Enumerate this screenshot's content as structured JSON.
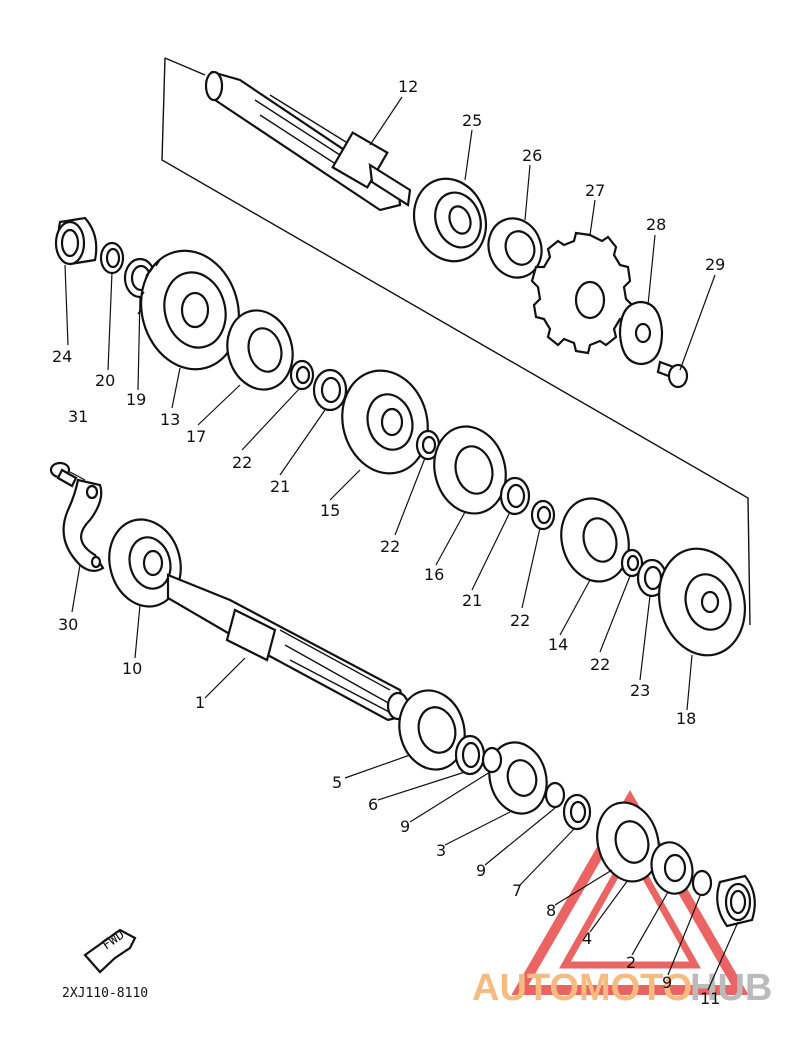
{
  "diagram": {
    "drawing_code": "2XJ110-8110",
    "direction_arrow_label": "FWD",
    "part_numbers": {
      "p1": "1",
      "p2": "2",
      "p3": "3",
      "p4": "4",
      "p5": "5",
      "p6": "6",
      "p7": "7",
      "p8": "8",
      "p10": "10",
      "p11": "11",
      "p12": "12",
      "p13": "13",
      "p14": "14",
      "p15": "15",
      "p16": "16",
      "p17": "17",
      "p18": "18",
      "p19": "19",
      "p20": "20",
      "p21": "21",
      "p22": "22",
      "p23": "23",
      "p24": "24",
      "p25": "25",
      "p26": "26",
      "p27": "27",
      "p28": "28",
      "p29": "29",
      "p30": "30",
      "p31": "31",
      "p9": "9"
    }
  },
  "watermark": {
    "brand_left": "AUTOMOTO",
    "brand_right": "HUB",
    "left_color": "#f5b06a",
    "right_color": "#b0b0b0",
    "triangle_color": "#e84a4a"
  }
}
